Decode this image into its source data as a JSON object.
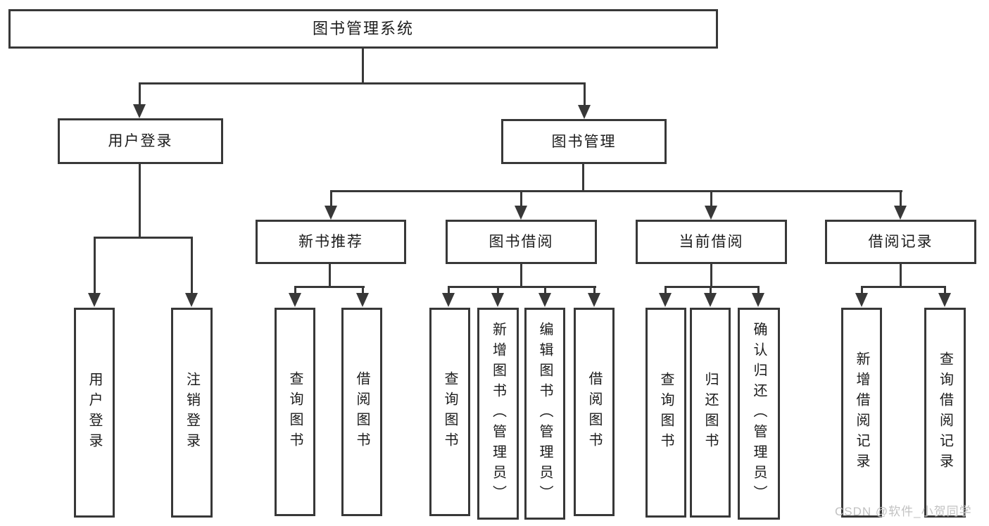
{
  "diagram": {
    "root": {
      "label": "图书管理系统"
    },
    "branches": [
      {
        "label": "用户登录",
        "children": [
          {
            "label": "用户登录"
          },
          {
            "label": "注销登录"
          }
        ]
      },
      {
        "label": "图书管理",
        "children": [
          {
            "label": "新书推荐",
            "children": [
              {
                "label": "查询图书"
              },
              {
                "label": "借阅图书"
              }
            ]
          },
          {
            "label": "图书借阅",
            "children": [
              {
                "label": "查询图书"
              },
              {
                "label": "新增图书（管理员）"
              },
              {
                "label": "编辑图书（管理员）"
              },
              {
                "label": "借阅图书"
              }
            ]
          },
          {
            "label": "当前借阅",
            "children": [
              {
                "label": "查询图书"
              },
              {
                "label": "归还图书"
              },
              {
                "label": "确认归还（管理员）"
              }
            ]
          },
          {
            "label": "借阅记录",
            "children": [
              {
                "label": "新增借阅记录"
              },
              {
                "label": "查询借阅记录"
              }
            ]
          }
        ]
      }
    ]
  },
  "watermark": {
    "text": "CSDN @软件_小贺同学"
  },
  "colors": {
    "line": "#383838",
    "text": "#1c1c1c",
    "watermark": "#c2c2c2",
    "background": "#ffffff"
  }
}
